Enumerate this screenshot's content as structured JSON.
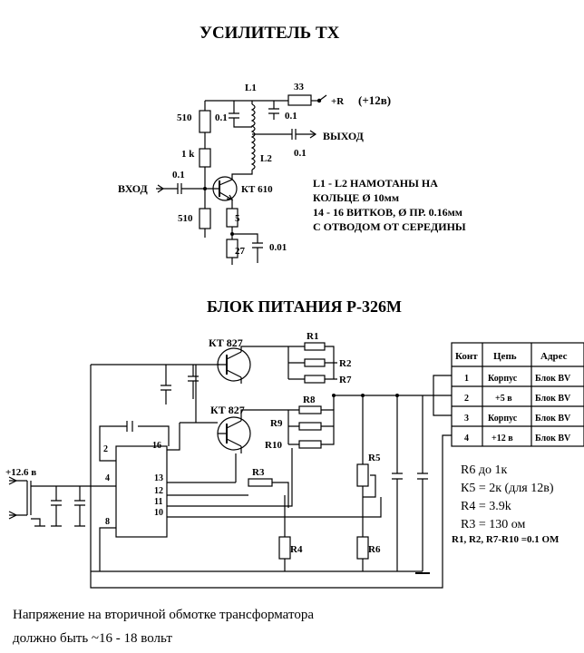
{
  "tx": {
    "title": "УСИЛИТЕЛЬ  ТХ",
    "labels": {
      "l1": "L1",
      "l2": "L2",
      "r33": "33",
      "r_plus": "+R",
      "r_plus_v": "(+12в)",
      "r510_top": "510",
      "c01_a": "0.1",
      "c01_b": "0.1",
      "r1k": "1 k",
      "vyhod": "ВЫХОД",
      "c01_out": "0.1",
      "c01_in": "0.1",
      "vhod": "ВХОД",
      "kt610": "КТ 610",
      "r510_bot": "510",
      "r5": "5",
      "r27": "27",
      "c001": "0.01"
    },
    "note_lines": [
      "L1 - L2  НАМОТАНЫ НА",
      "КОЛЬЦЕ  Ø 10мм",
      "14 - 16 ВИТКОВ, Ø ПР. 0.16мм",
      "С ОТВОДОМ ОТ СЕРЕДИНЫ"
    ]
  },
  "psu": {
    "title": "БЛОК  ПИТАНИЯ  Р-326М",
    "labels": {
      "kt827_1": "КТ 827",
      "kt827_2": "КТ 827",
      "r1": "R1",
      "r2": "R2",
      "r7": "R7",
      "r8": "R8",
      "r9": "R9",
      "r10": "R10",
      "r3": "R3",
      "r4": "R4",
      "r5": "R5",
      "r6": "R6",
      "vin": "+12.6 в",
      "pin2": "2",
      "pin16": "16",
      "pin4": "4",
      "pin13": "13",
      "pin12": "12",
      "pin11": "11",
      "pin10": "10",
      "pin8": "8"
    },
    "table": {
      "headers": [
        "Конт",
        "Цепь",
        "Адрес"
      ],
      "rows": [
        [
          "1",
          "Корпус",
          "Блок BV"
        ],
        [
          "2",
          "+5 в",
          "Блок BV"
        ],
        [
          "3",
          "Корпус",
          "Блок BV"
        ],
        [
          "4",
          "+12 в",
          "Блок BV"
        ]
      ]
    },
    "values": [
      "R6  до 1к",
      "К5 = 2к (для 12в)",
      "R4 = 3.9k",
      "R3 = 130 ом",
      "R1, R2, R7-R10 =0.1 OM"
    ]
  },
  "footer": [
    "Напряжение на вторичной обмотке трансформатора",
    "должно быть ~16 - 18 вольт"
  ]
}
